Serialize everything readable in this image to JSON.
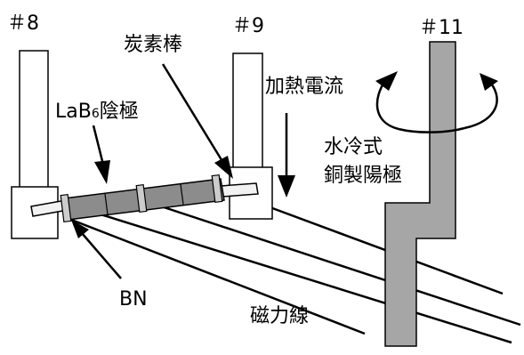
{
  "labels": {
    "post_8": "＃8",
    "post_9": "＃9",
    "post_11": "＃11",
    "carbon_rod": "炭素棒",
    "heating_current": "加熱電流",
    "lab6_prefix": "LaB",
    "lab6_sub": "6",
    "lab6_suffix": "陰極",
    "water_cooled_line1": "水冷式",
    "water_cooled_line2": "銅製陽極",
    "bn": "BN",
    "magnetic_field_lines": "磁力線"
  },
  "colors": {
    "stroke": "#000000",
    "background": "#ffffff",
    "cathode_fill": "#8c8c8c",
    "anode_fill": "#a6a6a6",
    "ring_fill": "#cccccc",
    "rod_fill": "#f2f2f2"
  }
}
